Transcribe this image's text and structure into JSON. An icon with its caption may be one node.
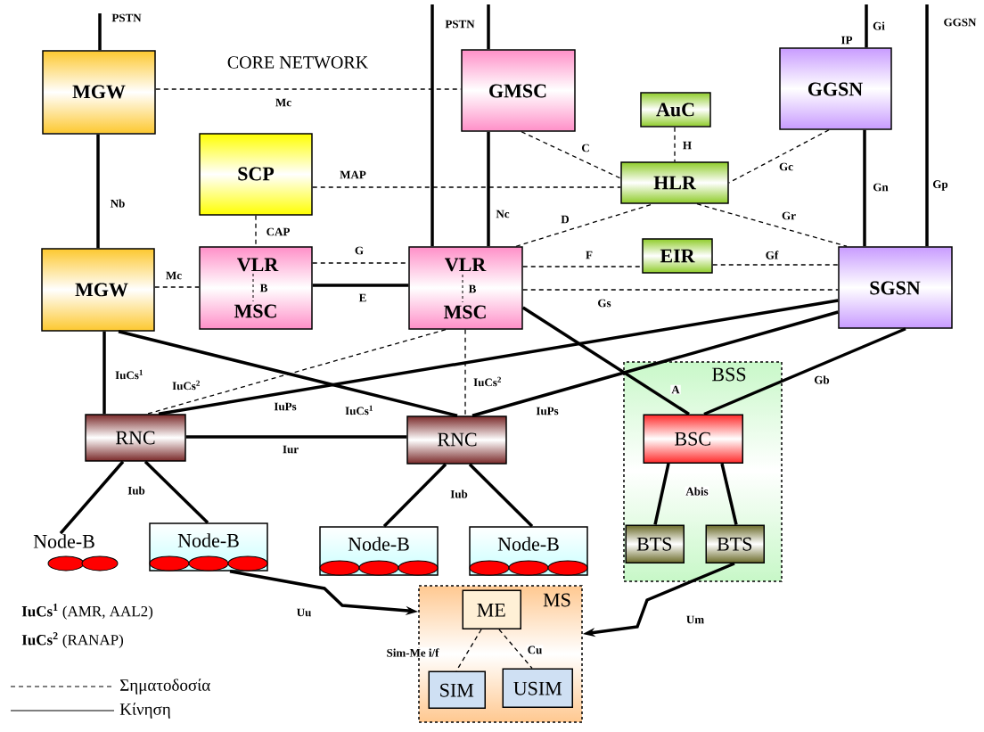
{
  "diagram": {
    "nodes": [
      {
        "text": [
          "MGW"
        ]
      },
      {
        "text": [
          "GMSC"
        ]
      },
      {
        "text": [
          "GGSN"
        ]
      },
      {
        "text": [
          "AuC"
        ]
      },
      {
        "text": [
          "HLR"
        ]
      },
      {
        "text": [
          "SCP"
        ]
      },
      {
        "text": [
          "MGW"
        ]
      },
      {
        "text": [
          "VLR",
          "B",
          "MSC"
        ]
      },
      {
        "text": [
          "VLR",
          "B",
          "MSC"
        ]
      },
      {
        "text": [
          "EIR"
        ]
      },
      {
        "text": [
          "SGSN"
        ]
      },
      {
        "text": [
          "BSS"
        ]
      },
      {
        "text": [
          "RNC"
        ]
      },
      {
        "text": [
          "RNC"
        ]
      },
      {
        "text": [
          "BSC"
        ],
        "in": 11
      },
      {
        "text": [
          "Node-B"
        ]
      },
      {
        "text": [
          "Node-B"
        ]
      },
      {
        "text": [
          "Node-B"
        ]
      },
      {
        "text": [
          "Node-B"
        ]
      },
      {
        "text": [
          "BTS"
        ],
        "in": 11
      },
      {
        "text": [
          "BTS"
        ],
        "in": 11
      },
      {
        "text": [
          "MS"
        ]
      },
      {
        "text": [
          "ME"
        ],
        "in": 21
      },
      {
        "text": [
          "SIM"
        ],
        "in": 21
      },
      {
        "text": [
          "USIM"
        ],
        "in": 21
      }
    ],
    "edges": [
      {
        "from": 0,
        "to": null,
        "arrow": "none",
        "label": "PSTN"
      },
      {
        "from": 0,
        "to": 1,
        "arrow": "none",
        "label": "Mc",
        "style": "dashed"
      },
      {
        "from": 0,
        "to": 6,
        "arrow": "none",
        "label": "Nb"
      },
      {
        "from": 8,
        "to": null,
        "arrow": "none",
        "label": "PSTN"
      },
      {
        "from": 1,
        "to": null,
        "arrow": "none"
      },
      {
        "from": 1,
        "to": 8,
        "arrow": "none",
        "label": "Nc"
      },
      {
        "from": 1,
        "to": 4,
        "arrow": "none",
        "label": "C",
        "style": "dashed"
      },
      {
        "from": 3,
        "to": 4,
        "arrow": "none",
        "label": "H",
        "style": "dashed"
      },
      {
        "from": 2,
        "to": 4,
        "arrow": "none",
        "label": "Gc",
        "style": "dashed"
      },
      {
        "from": 2,
        "to": null,
        "arrow": "none",
        "label": "Gi"
      },
      {
        "from": 2,
        "to": 10,
        "arrow": "none",
        "label": "Gn"
      },
      {
        "from": 10,
        "to": null,
        "arrow": "none",
        "label": "Gp"
      },
      {
        "from": 5,
        "to": 4,
        "arrow": "none",
        "label": "MAP",
        "style": "dashed"
      },
      {
        "from": 5,
        "to": 7,
        "arrow": "none",
        "label": "CAP",
        "style": "dashed"
      },
      {
        "from": 6,
        "to": 7,
        "arrow": "none",
        "label": "Mc",
        "style": "dashed"
      },
      {
        "from": 7,
        "to": 8,
        "arrow": "none",
        "label": "G",
        "style": "dashed"
      },
      {
        "from": 7,
        "to": 8,
        "arrow": "none",
        "label": "E"
      },
      {
        "from": 8,
        "to": 4,
        "arrow": "none",
        "label": "D",
        "style": "dashed"
      },
      {
        "from": 4,
        "to": 10,
        "arrow": "none",
        "label": "Gr",
        "style": "dashed"
      },
      {
        "from": 8,
        "to": 9,
        "arrow": "none",
        "label": "F",
        "style": "dashed"
      },
      {
        "from": 9,
        "to": 10,
        "arrow": "none",
        "label": "Gf",
        "style": "dashed"
      },
      {
        "from": 8,
        "to": 10,
        "arrow": "none",
        "label": "Gs",
        "style": "dashed"
      },
      {
        "from": 6,
        "to": 12,
        "arrow": "none",
        "label": "IuCs$^{1}$"
      },
      {
        "from": 6,
        "to": 13,
        "arrow": "none",
        "label": "IuCs$^{1}$"
      },
      {
        "from": 8,
        "to": 12,
        "arrow": "none",
        "label": "IuCs$^{2}$",
        "style": "dashed"
      },
      {
        "from": 8,
        "to": 13,
        "arrow": "none",
        "label": "IuCs$^{2}$",
        "style": "dashed"
      },
      {
        "from": 10,
        "to": 12,
        "arrow": "none",
        "label": "IuPs"
      },
      {
        "from": 10,
        "to": 13,
        "arrow": "none",
        "label": "IuPs"
      },
      {
        "from": 8,
        "to": 14,
        "arrow": "none",
        "label": "A"
      },
      {
        "from": 10,
        "to": 14,
        "arrow": "none",
        "label": "Gb"
      },
      {
        "from": 12,
        "to": 13,
        "arrow": "none",
        "label": "Iur"
      },
      {
        "from": 12,
        "to": 15,
        "arrow": "none",
        "label": "Iub"
      },
      {
        "from": 12,
        "to": 16,
        "arrow": "none"
      },
      {
        "from": 13,
        "to": 17,
        "arrow": "none",
        "label": "Iub"
      },
      {
        "from": 13,
        "to": 18,
        "arrow": "none"
      },
      {
        "from": 14,
        "to": 19,
        "arrow": "none",
        "label": "Abis"
      },
      {
        "from": 14,
        "to": 20,
        "arrow": "none"
      },
      {
        "from": 16,
        "to": 21,
        "arrow": "to",
        "label": "Uu"
      },
      {
        "from": 20,
        "to": 21,
        "arrow": "to",
        "label": "Um"
      },
      {
        "from": 22,
        "to": 23,
        "arrow": "none",
        "label": "Sim-Me i/f",
        "style": "dashed"
      },
      {
        "from": 22,
        "to": 24,
        "arrow": "none",
        "label": "Cu",
        "style": "dashed"
      }
    ],
    "labels": [
      "CORE NETWORK",
      "IP",
      "GGSN",
      "**IuCs$^{1}$** (AMR, AAL2)",
      "**IuCs$^{2}$** (RANAP)"
    ],
    "legend": [
      {
        "text": "Σηματοδοσία"
      },
      {
        "text": "Κίνηση"
      }
    ]
  }
}
